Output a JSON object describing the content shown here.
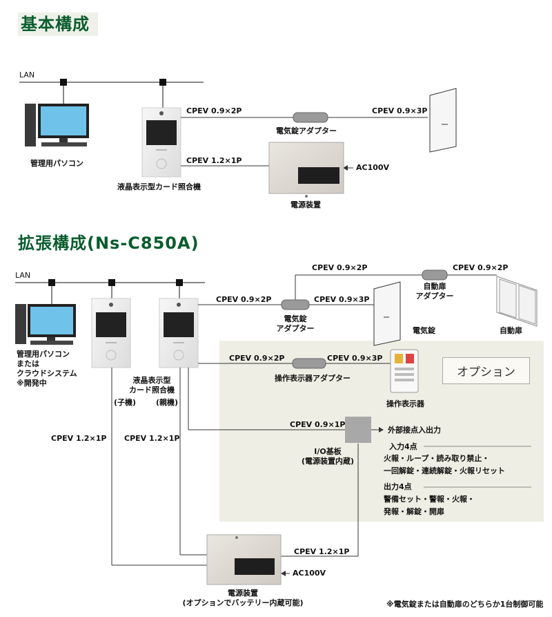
{
  "sections": {
    "basic_title": "基本構成",
    "extended_title": "拡張構成(Ns-C850A)"
  },
  "basic": {
    "lan": "LAN",
    "pc_label": "管理用パソコン",
    "reader_label": "液晶表示型カード照合機",
    "cable_top_left": "CPEV 0.9×2P",
    "cable_top_right": "CPEV 0.9×3P",
    "adapter": "電気錠アダプター",
    "cable_power": "CPEV 1.2×1P",
    "ac": "AC100V",
    "power_label": "電源装置"
  },
  "extended": {
    "lan": "LAN",
    "pc_label": [
      "管理用パソコン",
      "または",
      "クラウドシステム",
      "※開発中"
    ],
    "reader_label": [
      "液晶表示型",
      "カード照合機"
    ],
    "child": "(子機)",
    "parent": "(親機)",
    "cable_reader_lock": "CPEV 0.9×2P",
    "cable_lock_top": "CPEV 0.9×2P",
    "cable_auto_top": "CPEV 0.9×2P",
    "cable_lock_door": "CPEV 0.9×3P",
    "lock_adapter": [
      "電気錠",
      "アダプター"
    ],
    "auto_adapter": [
      "自動扉",
      "アダプター"
    ],
    "lock_label": "電気錠",
    "auto_label": "自動扉",
    "option_title": "オプション",
    "cable_op_left": "CPEV 0.9×2P",
    "cable_op_right": "CPEV 0.9×3P",
    "op_adapter": "操作表示器アダプター",
    "op_panel": "操作表示器",
    "cable_io": "CPEV 0.9×1P",
    "ext_contact": "外部接点入出力",
    "input_title": "入力4点",
    "input_line1": "火報・ループ・読み取り禁止・",
    "input_line2": "一回解錠・連続解錠・火報リセット",
    "output_title": "出力4点",
    "output_line1": "警備セット・警報・火報・",
    "output_line2": "発報・解錠・開扉",
    "io_label": [
      "I/O基板",
      "(電源装置内蔵)"
    ],
    "cable_left1": "CPEV 1.2×1P",
    "cable_left2": "CPEV 1.2×1P",
    "cable_power": "CPEV 1.2×1P",
    "ac": "AC100V",
    "power_label": [
      "電源装置",
      "(オプションでバッテリー内蔵可能)"
    ],
    "footnote": "※電気錠または自動扉のどちらか1台制御可能"
  },
  "colors": {
    "heading": "#0a5c2c",
    "option_bg": "#efeee4"
  }
}
